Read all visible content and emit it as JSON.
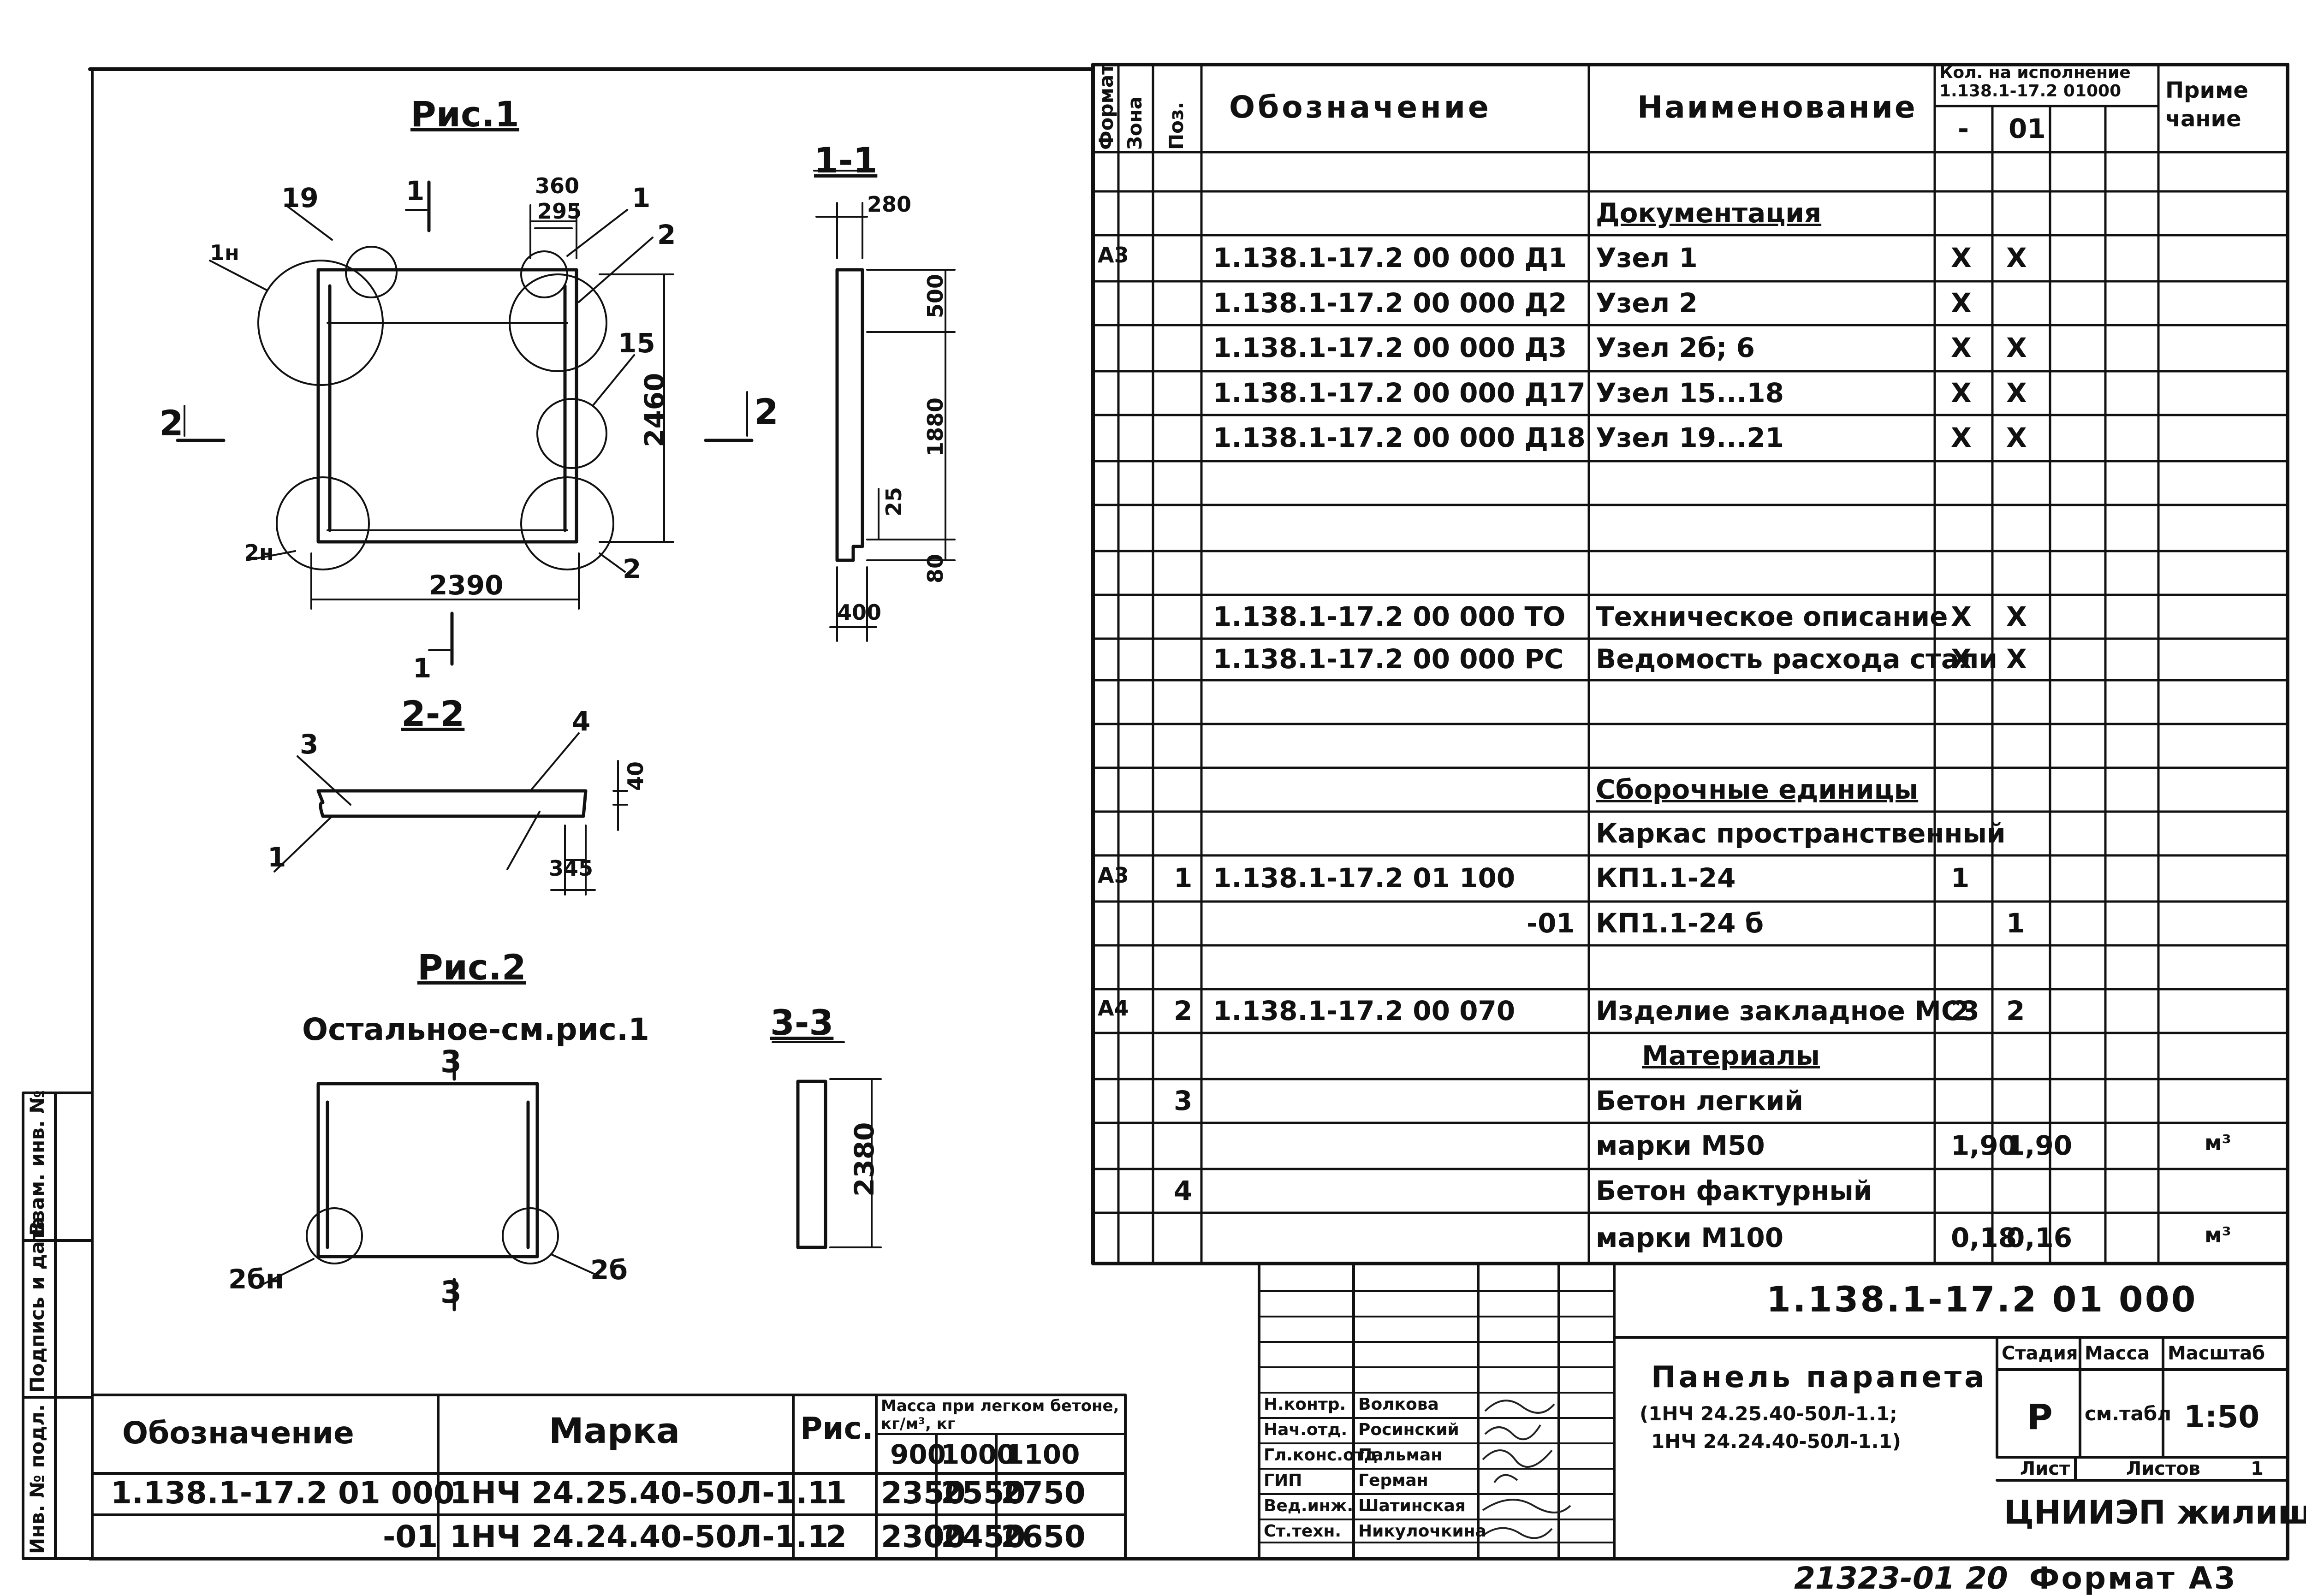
{
  "drawing": {
    "fig1_title": "Рис.1",
    "fig2_title": "Рис.2",
    "fig2_note": "Остальное-см.рис.1",
    "sec11_title": "1-1",
    "sec22_title": "2-2",
    "sec33_title": "3-3",
    "dims": {
      "d360": "360",
      "d295": "295",
      "d2460": "2460",
      "d2390": "2390",
      "d280": "280",
      "d500": "500",
      "d1880": "1880",
      "d25": "25",
      "d80": "80",
      "d400": "400",
      "d40": "40",
      "d345": "345",
      "d2380": "2380"
    },
    "callouts": {
      "c19": "19",
      "c1n": "1н",
      "c1a": "1",
      "c1b": "1",
      "c2a": "2",
      "c15": "15",
      "c2n": "2н",
      "c2b": "2",
      "cut1a": "1",
      "cut1b": "1",
      "cut2a": "2",
      "cut2b": "2",
      "c3": "3",
      "c4": "4",
      "c1c": "1",
      "cut3a": "3",
      "cut3b": "3",
      "c2bn": "2бн",
      "c2b2": "2б"
    }
  },
  "spec": {
    "headers": {
      "format": "Формат",
      "zone": "Зона",
      "pos": "Поз.",
      "designation": "Обозначение",
      "name": "Наименование",
      "qty": "Кол. на исполнение",
      "qty_doc": "1.138.1-17.2 01000",
      "qty_dash": "-",
      "qty_01": "01",
      "note": "Приме чание"
    },
    "rows": [
      {
        "format": "",
        "pos": "",
        "designation": "",
        "name": "Документация",
        "q1": "",
        "q2": "",
        "note": "",
        "underline": true
      },
      {
        "format": "А3",
        "pos": "",
        "designation": "1.138.1-17.2 00 000 Д1",
        "name": "Узел 1",
        "q1": "Х",
        "q2": "Х",
        "note": ""
      },
      {
        "format": "",
        "pos": "",
        "designation": "1.138.1-17.2 00 000 Д2",
        "name": "Узел 2",
        "q1": "Х",
        "q2": "",
        "note": ""
      },
      {
        "format": "",
        "pos": "",
        "designation": "1.138.1-17.2 00 000 Д3",
        "name": "Узел 2б; 6",
        "q1": "Х",
        "q2": "Х",
        "note": ""
      },
      {
        "format": "",
        "pos": "",
        "designation": "1.138.1-17.2 00 000 Д17",
        "name": "Узел 15...18",
        "q1": "Х",
        "q2": "Х",
        "note": ""
      },
      {
        "format": "",
        "pos": "",
        "designation": "1.138.1-17.2 00 000 Д18",
        "name": "Узел 19...21",
        "q1": "Х",
        "q2": "Х",
        "note": ""
      },
      {
        "format": "",
        "pos": "",
        "designation": "",
        "name": "",
        "q1": "",
        "q2": "",
        "note": ""
      },
      {
        "format": "",
        "pos": "",
        "designation": "",
        "name": "",
        "q1": "",
        "q2": "",
        "note": ""
      },
      {
        "format": "",
        "pos": "",
        "designation": "",
        "name": "",
        "q1": "",
        "q2": "",
        "note": ""
      },
      {
        "format": "",
        "pos": "",
        "designation": "1.138.1-17.2 00 000 ТО",
        "name": "Техническое описание",
        "q1": "Х",
        "q2": "Х",
        "note": ""
      },
      {
        "format": "",
        "pos": "",
        "designation": "1.138.1-17.2 00 000 РС",
        "name": "Ведомость расхода стали",
        "q1": "Х",
        "q2": "Х",
        "note": ""
      },
      {
        "format": "",
        "pos": "",
        "designation": "",
        "name": "",
        "q1": "",
        "q2": "",
        "note": ""
      },
      {
        "format": "",
        "pos": "",
        "designation": "",
        "name": "",
        "q1": "",
        "q2": "",
        "note": ""
      },
      {
        "format": "",
        "pos": "",
        "designation": "",
        "name": "Сборочные единицы",
        "q1": "",
        "q2": "",
        "note": "",
        "underline": true
      },
      {
        "format": "",
        "pos": "",
        "designation": "",
        "name": "Каркас пространственный",
        "q1": "",
        "q2": "",
        "note": ""
      },
      {
        "format": "А3",
        "pos": "1",
        "designation": "1.138.1-17.2 01 100",
        "name": "КП1.1-24",
        "q1": "1",
        "q2": "",
        "note": ""
      },
      {
        "format": "",
        "pos": "",
        "designation": "-01",
        "name": "КП1.1-24 б",
        "q1": "",
        "q2": "1",
        "note": "",
        "right": true
      },
      {
        "format": "",
        "pos": "",
        "designation": "",
        "name": "",
        "q1": "",
        "q2": "",
        "note": ""
      },
      {
        "format": "А4",
        "pos": "2",
        "designation": "1.138.1-17.2 00 070",
        "name": "Изделие закладное МС3",
        "q1": "2",
        "q2": "2",
        "note": ""
      },
      {
        "format": "",
        "pos": "",
        "designation": "",
        "name": "Материалы",
        "q1": "",
        "q2": "",
        "note": "",
        "underline": true,
        "center": true
      },
      {
        "format": "",
        "pos": "3",
        "designation": "",
        "name": "Бетон легкий",
        "q1": "",
        "q2": "",
        "note": ""
      },
      {
        "format": "",
        "pos": "",
        "designation": "",
        "name": "марки М50",
        "q1": "1,90",
        "q2": "1,90",
        "note": "м³"
      },
      {
        "format": "",
        "pos": "4",
        "designation": "",
        "name": "Бетон фактурный",
        "q1": "",
        "q2": "",
        "note": ""
      },
      {
        "format": "",
        "pos": "",
        "designation": "",
        "name": "марки М100",
        "q1": "0,18",
        "q2": "0,16",
        "note": "м³"
      }
    ]
  },
  "marks_table": {
    "headers": {
      "designation": "Обозначение",
      "mark": "Марка",
      "fig": "Рис.",
      "mass": "Масса при легком бетоне, кг/м³, кг",
      "m900": "900",
      "m1000": "1000",
      "m1100": "1100"
    },
    "rows": [
      {
        "designation": "1.138.1-17.2 01 000",
        "mark": "1НЧ 24.25.40-50Л-1.1",
        "fig": "1",
        "m900": "2350",
        "m1000": "2550",
        "m1100": "2750"
      },
      {
        "designation": "-01",
        "mark": "1НЧ 24.24.40-50Л-1.1",
        "fig": "2",
        "m900": "2300",
        "m1000": "2450",
        "m1100": "2650"
      }
    ]
  },
  "side_stamp": {
    "inv": "Инв. № подл.",
    "sign": "Подпись и дата",
    "vzam": "Взам. инв. №"
  },
  "title_block": {
    "doc_number": "1.138.1-17.2 01 000",
    "title_line1": "Панель парапета",
    "title_line2": "(1НЧ 24.25.40-50Л-1.1;",
    "title_line3": "1НЧ 24.24.40-50Л-1.1)",
    "stage_label": "Стадия",
    "mass_label": "Масса",
    "scale_label": "Масштаб",
    "stage": "Р",
    "mass": "см.табл",
    "scale": "1:50",
    "sheet_label": "Лист",
    "sheets_label": "Листов",
    "sheets": "1",
    "org": "ЦНИИЭП жилища",
    "people": [
      {
        "role": "Н.контр.",
        "name": "Волкова"
      },
      {
        "role": "Нач.отд.",
        "name": "Росинский"
      },
      {
        "role": "Гл.конс.отд",
        "name": "Пальман"
      },
      {
        "role": "ГИП",
        "name": "Герман"
      },
      {
        "role": "Вед.инж.",
        "name": "Шатинская"
      },
      {
        "role": "Ст.техн.",
        "name": "Никулочкина"
      }
    ]
  },
  "footer": {
    "archive_no": "21323-01 20",
    "format": "Формат А3"
  }
}
